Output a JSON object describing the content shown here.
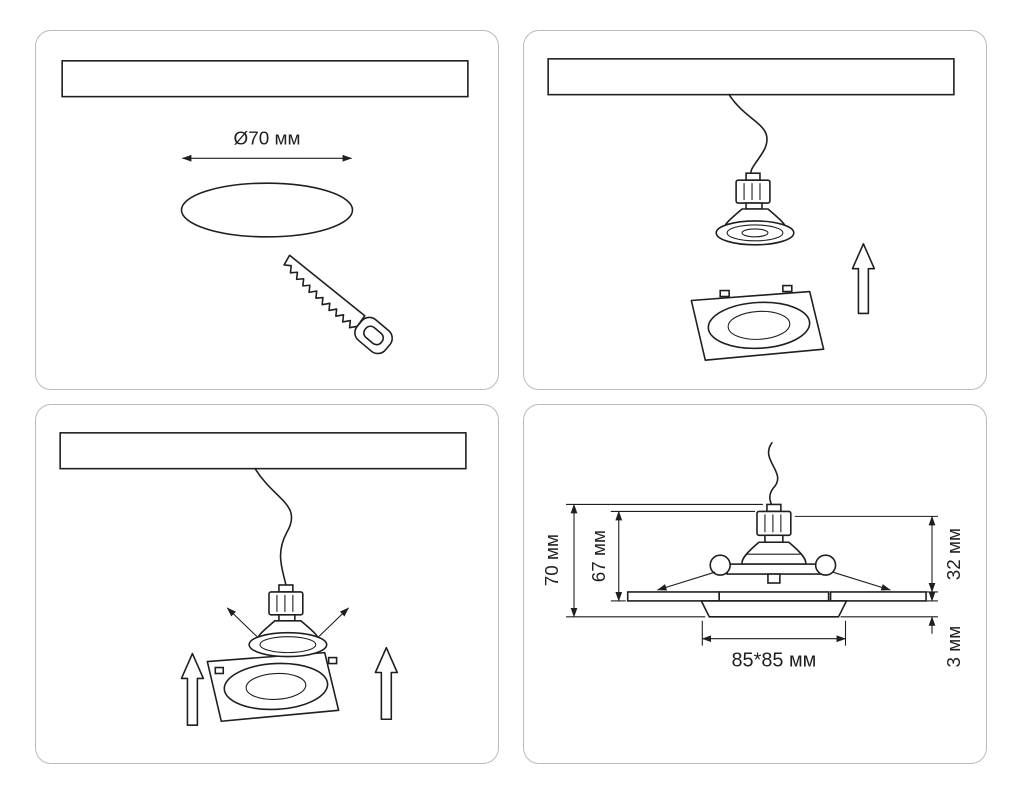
{
  "colors": {
    "background": "#ffffff",
    "panel_border": "#b8bcc0",
    "line_color": "#1f1f1f"
  },
  "panels": {
    "step1": {
      "illustrations": [
        "ceiling-section",
        "cutout-hole",
        "keyhole-saw"
      ],
      "hole_diameter_label": "Ø70 мм"
    },
    "step2": {
      "illustrations": [
        "ceiling-section",
        "power-cable",
        "spotlight",
        "mounting-frame",
        "arrow-up"
      ]
    },
    "step3": {
      "illustrations": [
        "ceiling-section",
        "power-cable",
        "spotlight-with-springs",
        "mounting-frame",
        "arrow-up",
        "arrow-up"
      ]
    },
    "step4": {
      "illustrations": [
        "installed-spotlight-cross-section",
        "ceiling-plate"
      ],
      "overall_height_label": "70 мм",
      "body_height_label": "67 мм",
      "recess_height_label": "32 мм",
      "flange_thickness_label": "3 мм",
      "cutout_size_label": "85*85 мм"
    }
  }
}
